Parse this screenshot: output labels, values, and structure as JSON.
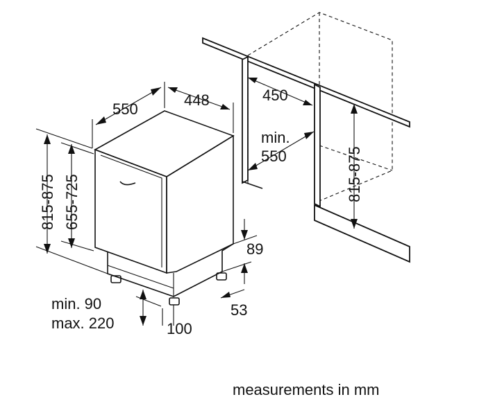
{
  "dimensions": {
    "width_550": "550",
    "depth_448": "448",
    "niche_depth_450": "450",
    "niche_min_label": "min.",
    "niche_min_value": "550",
    "niche_height": "815-875",
    "height_left": "815-875",
    "height_door": "655-725",
    "plinth_89": "89",
    "plinth_53": "53",
    "plinth_min": "min. 90",
    "plinth_max": "max. 220",
    "plinth_100": "100"
  },
  "footer": {
    "units_note": "measurements in mm"
  }
}
